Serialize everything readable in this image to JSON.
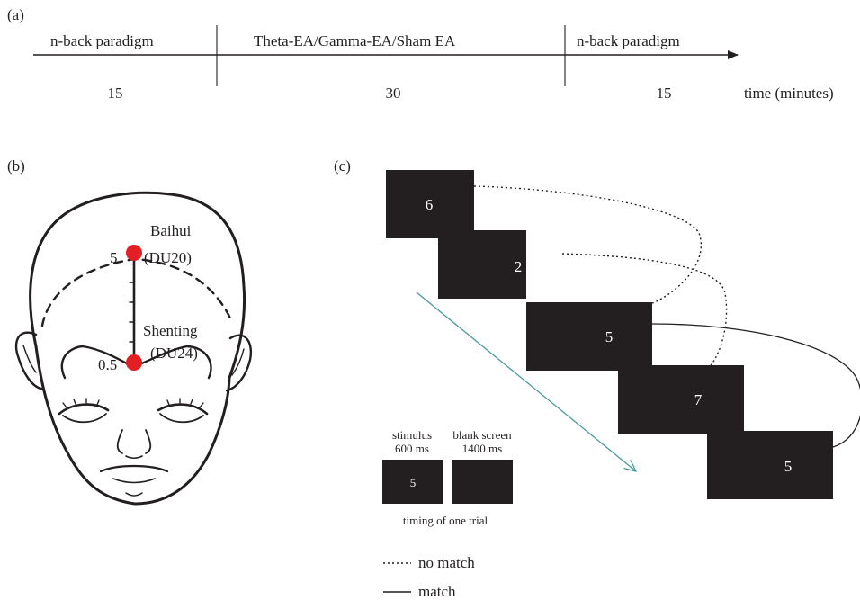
{
  "panel_a": {
    "label": "(a)",
    "segments": [
      {
        "name": "n-back paradigm",
        "duration": "15"
      },
      {
        "name": "Theta-EA/Gamma-EA/Sham EA",
        "duration": "30"
      },
      {
        "name": "n-back paradigm",
        "duration": "15"
      }
    ],
    "axis_label": "time (minutes)"
  },
  "panel_b": {
    "label": "(b)",
    "points": [
      {
        "name": "Baihui",
        "code": "(DU20)",
        "tick": "5"
      },
      {
        "name": "Shenting",
        "code": "(DU24)",
        "tick": "0.5"
      }
    ],
    "marker_color": "#e31e24"
  },
  "panel_c": {
    "label": "(c)",
    "sequence": [
      "6",
      "2",
      "5",
      "7",
      "5"
    ],
    "trial": {
      "stimulus_label": "stimulus",
      "stimulus_time": "600 ms",
      "blank_label": "blank screen",
      "blank_time": "1400 ms",
      "example_digit": "5",
      "caption": "timing of one trial"
    },
    "legend": {
      "no_match": "no match",
      "match": "match"
    },
    "arrow_color": "#4a9a9a"
  }
}
